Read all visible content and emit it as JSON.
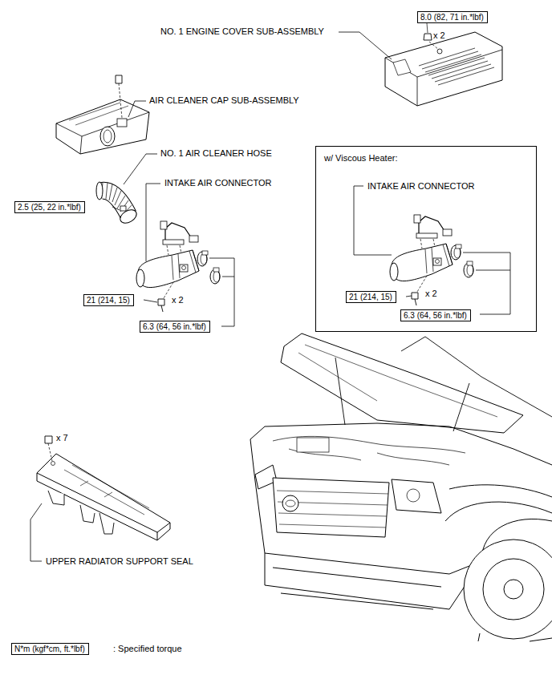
{
  "diagram": {
    "nodes": [
      {
        "text": [
          "8.0 (82, 71 in.*lbf)"
        ]
      },
      {
        "text": [
          "2.5 (25, 22 in.*lbf)"
        ]
      },
      {
        "text": [
          "21 (214, 15)"
        ]
      },
      {
        "text": [
          "6.3 (64, 56 in.*lbf)"
        ]
      },
      {
        "text": [
          "w/ Viscous Heater:",
          "INTAKE AIR CONNECTOR"
        ]
      },
      {
        "text": [
          "21 (214, 15)"
        ],
        "in": 4
      },
      {
        "text": [
          "6.3 (64, 56 in.*lbf)"
        ],
        "in": 4
      },
      {
        "text": [
          "N*m (kgf*cm, ft.*lbf)"
        ]
      }
    ],
    "labels": [
      "NO. 1 ENGINE COVER SUB-ASSEMBLY",
      "x 2",
      "AIR CLEANER CAP SUB-ASSEMBLY",
      "NO. 1 AIR CLEANER HOSE",
      "INTAKE AIR CONNECTOR",
      "x 2",
      "x 2",
      "x 7",
      "UPPER RADIATOR SUPPORT SEAL",
      ": Specified torque"
    ]
  }
}
